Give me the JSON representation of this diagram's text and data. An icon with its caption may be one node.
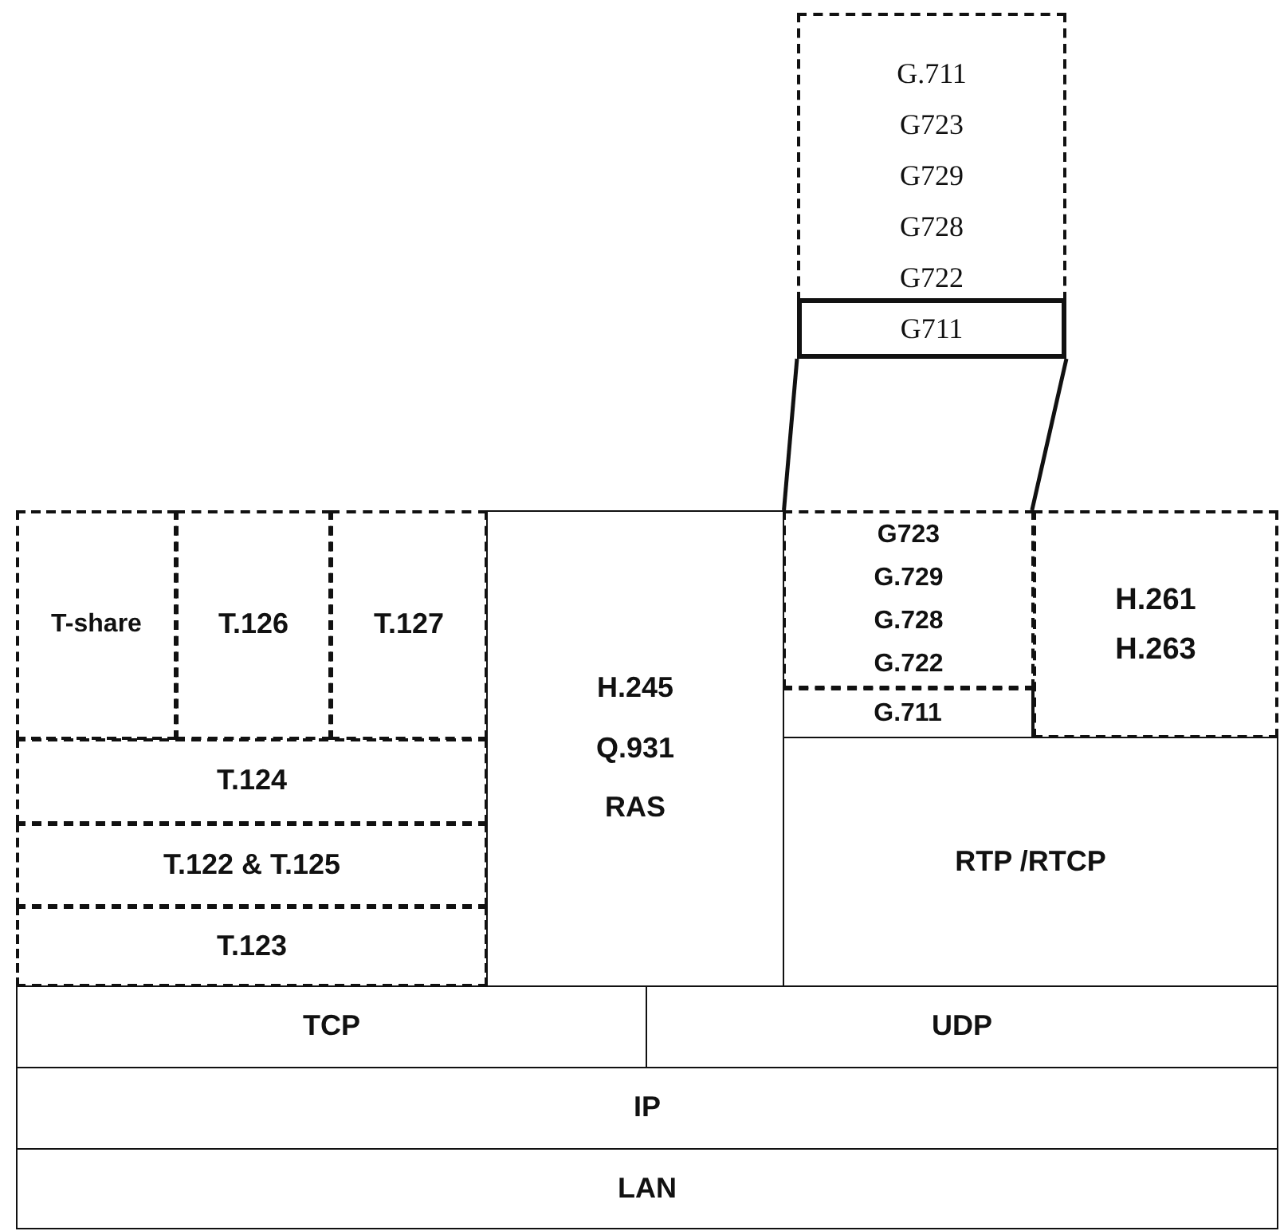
{
  "diagram": {
    "nodes": [
      {
        "text": [
          "G.711",
          "G723",
          "G729",
          "G728",
          "G722"
        ]
      },
      {
        "text": [
          "G711"
        ]
      },
      {
        "text": [
          "T-share"
        ]
      },
      {
        "text": [
          "T.126"
        ]
      },
      {
        "text": [
          "T.127"
        ]
      },
      {
        "text": [
          "T.124"
        ]
      },
      {
        "text": [
          "T.122 & T.125"
        ]
      },
      {
        "text": [
          "T.123"
        ]
      },
      {
        "text": [
          "H.245",
          "Q.931",
          "RAS"
        ]
      },
      {
        "text": [
          "G723",
          "G.729",
          "G.728",
          "G.722"
        ]
      },
      {
        "text": [
          "G.711"
        ]
      },
      {
        "text": [
          "H.261",
          "H.263"
        ]
      },
      {
        "text": [
          "RTP /RTCP"
        ]
      },
      {
        "text": [
          "TCP"
        ]
      },
      {
        "text": [
          "UDP"
        ]
      },
      {
        "text": [
          "IP"
        ]
      },
      {
        "text": [
          "LAN"
        ]
      }
    ],
    "edges": [
      {
        "from": 1,
        "to": 9,
        "arrow": "none"
      },
      {
        "from": 1,
        "to": 9,
        "arrow": "none"
      }
    ]
  }
}
